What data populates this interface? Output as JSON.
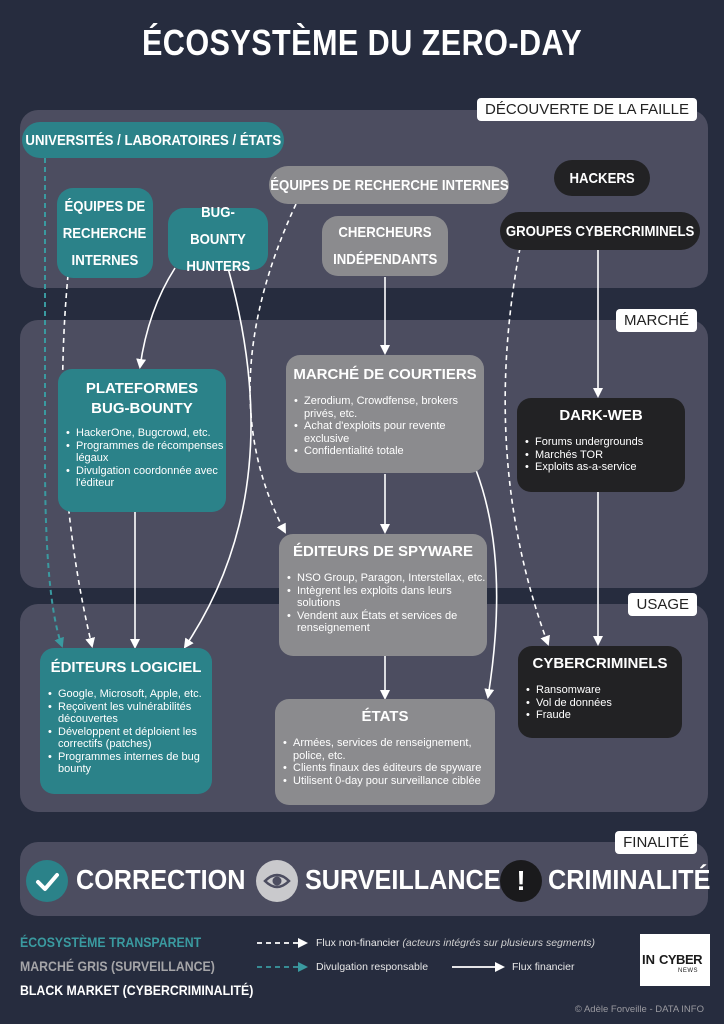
{
  "title": "ÉCOSYSTÈME DU ZERO-DAY",
  "bands": {
    "discovery": "DÉCOUVERTE DE LA FAILLE",
    "market": "MARCHÉ",
    "usage": "USAGE",
    "finality": "FINALITÉ"
  },
  "actors": {
    "universities": "UNIVERSITÉS  / LABORATOIRES / ÉTATS",
    "research_teams": [
      "ÉQUIPES DE",
      "RECHERCHE",
      "INTERNES"
    ],
    "bug_bounty_hunters": [
      "BUG-BOUNTY",
      "HUNTERS"
    ],
    "internal_research": "ÉQUIPES DE RECHERCHE INTERNES",
    "independent": [
      "CHERCHEURS",
      "INDÉPENDANTS"
    ],
    "hackers": "HACKERS",
    "cybercrime_groups": "GROUPES CYBERCRIMINELS"
  },
  "cards": {
    "bug_bounty_platforms": {
      "title": [
        "PLATEFORMES",
        "BUG-BOUNTY"
      ],
      "items": [
        "HackerOne, Bugcrowd, etc.",
        "Programmes de récompenses légaux",
        "Divulgation coordonnée avec l'éditeur"
      ]
    },
    "brokers": {
      "title": "MARCHÉ DE COURTIERS",
      "items": [
        "Zerodium, Crowdfense, brokers privés, etc.",
        "Achat d'exploits pour revente exclusive",
        "Confidentialité totale"
      ]
    },
    "darkweb": {
      "title": "DARK-WEB",
      "items": [
        "Forums undergrounds",
        "Marchés TOR",
        "Exploits as-a-service"
      ]
    },
    "spyware": {
      "title": "ÉDITEURS DE SPYWARE",
      "items": [
        "NSO Group, Paragon, Interstellax, etc.",
        "Intègrent les exploits dans leurs solutions",
        "Vendent aux États et services de renseignement"
      ]
    },
    "software": {
      "title": "ÉDITEURS LOGICIEL",
      "items": [
        "Google, Microsoft, Apple, etc.",
        "Reçoivent les vulnérabilités découvertes",
        "Développent et déploient les correctifs (patches)",
        "Programmes internes de bug bounty"
      ]
    },
    "states": {
      "title": "ÉTATS",
      "items": [
        "Armées, services de renseignement, police, etc.",
        "Clients finaux des éditeurs de spyware",
        "Utilisent 0-day pour surveillance ciblée"
      ]
    },
    "cybercriminals": {
      "title": "CYBERCRIMINELS",
      "items": [
        "Ransomware",
        "Vol de données",
        "Fraude"
      ]
    }
  },
  "finality": {
    "correction": "CORRECTION",
    "surveillance": "SURVEILLANCE",
    "criminality": "CRIMINALITÉ",
    "exclamation": "!"
  },
  "legend": {
    "transparent": "ÉCOSYSTÈME TRANSPARENT",
    "grey_market": "MARCHÉ GRIS (SURVEILLANCE)",
    "black_market": "BLACK MARKET (CYBERCRIMINALITÉ)",
    "non_financial": "Flux non-financier",
    "non_financial_note": "(acteurs intégrés sur plusieurs segments)",
    "responsible": "Divulgation responsable",
    "financial": "Flux financier"
  },
  "logo": {
    "top_left": "IN",
    "top_right": "CYBER",
    "bottom": "NEWS"
  },
  "credit": "© Adèle Forveille - DATA INFO",
  "colors": {
    "teal": "#2b8289",
    "grey": "#8b8b8e",
    "black": "#222224",
    "band": "#4c4d60",
    "background": "#262c3e"
  }
}
